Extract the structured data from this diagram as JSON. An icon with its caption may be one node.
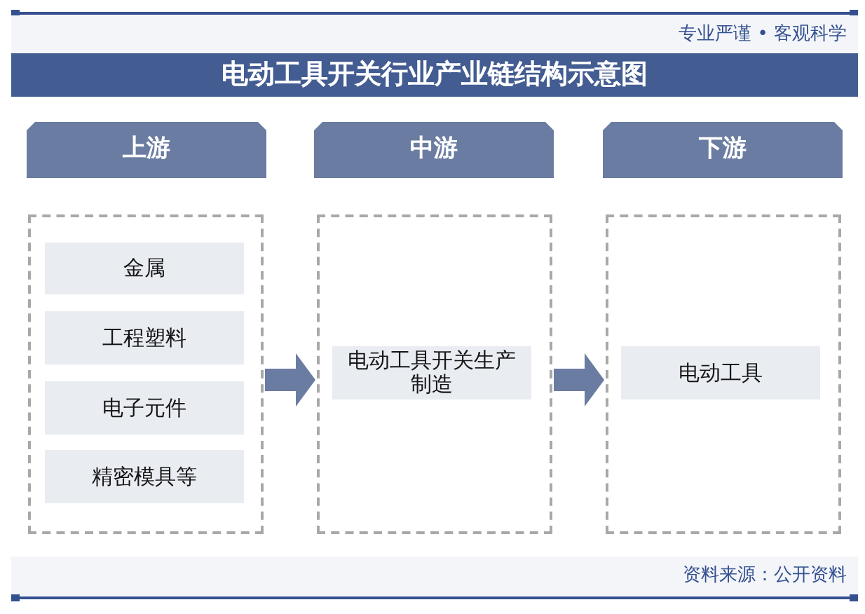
{
  "diagram": {
    "title": "电动工具开关行业产业链结构示意图",
    "nodes": [
      {
        "text": [
          "上游"
        ]
      },
      {
        "text": [
          "中游"
        ]
      },
      {
        "text": [
          "下游"
        ]
      },
      {
        "text": [],
        "shape": "box"
      },
      {
        "text": [
          "金属"
        ],
        "in": 3
      },
      {
        "text": [
          "工程塑料"
        ],
        "in": 3
      },
      {
        "text": [
          "电子元件"
        ],
        "in": 3
      },
      {
        "text": [
          "精密模具等"
        ],
        "in": 3
      },
      {
        "text": [],
        "shape": "box"
      },
      {
        "text": [
          "电动工具开关生产制造"
        ],
        "in": 8
      },
      {
        "text": [],
        "shape": "box"
      },
      {
        "text": [
          "电动工具"
        ],
        "in": 10
      }
    ],
    "edges": [
      {
        "from": 3,
        "to": 8,
        "arrow": "to"
      },
      {
        "from": 8,
        "to": 10,
        "arrow": "to"
      }
    ],
    "labels": [
      "专业严谨 • 客观科学",
      "资料来源：公开资料"
    ]
  }
}
